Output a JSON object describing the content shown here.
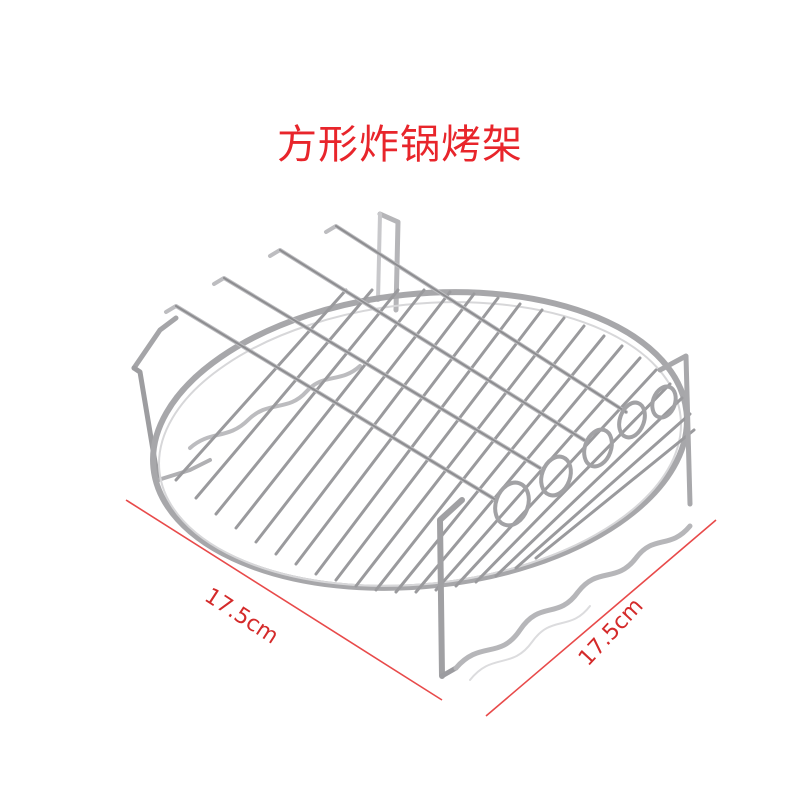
{
  "title": "方形炸锅烤架",
  "dimensions": {
    "left": "17.5cm",
    "right": "17.5cm"
  },
  "colors": {
    "title": "#e8252b",
    "dimension_text": "#d42a2a",
    "dimension_line": "#e84a4a",
    "wire": "#a9a9ab",
    "wire_dark": "#7d7d80",
    "wire_light": "#e3e3e5"
  }
}
